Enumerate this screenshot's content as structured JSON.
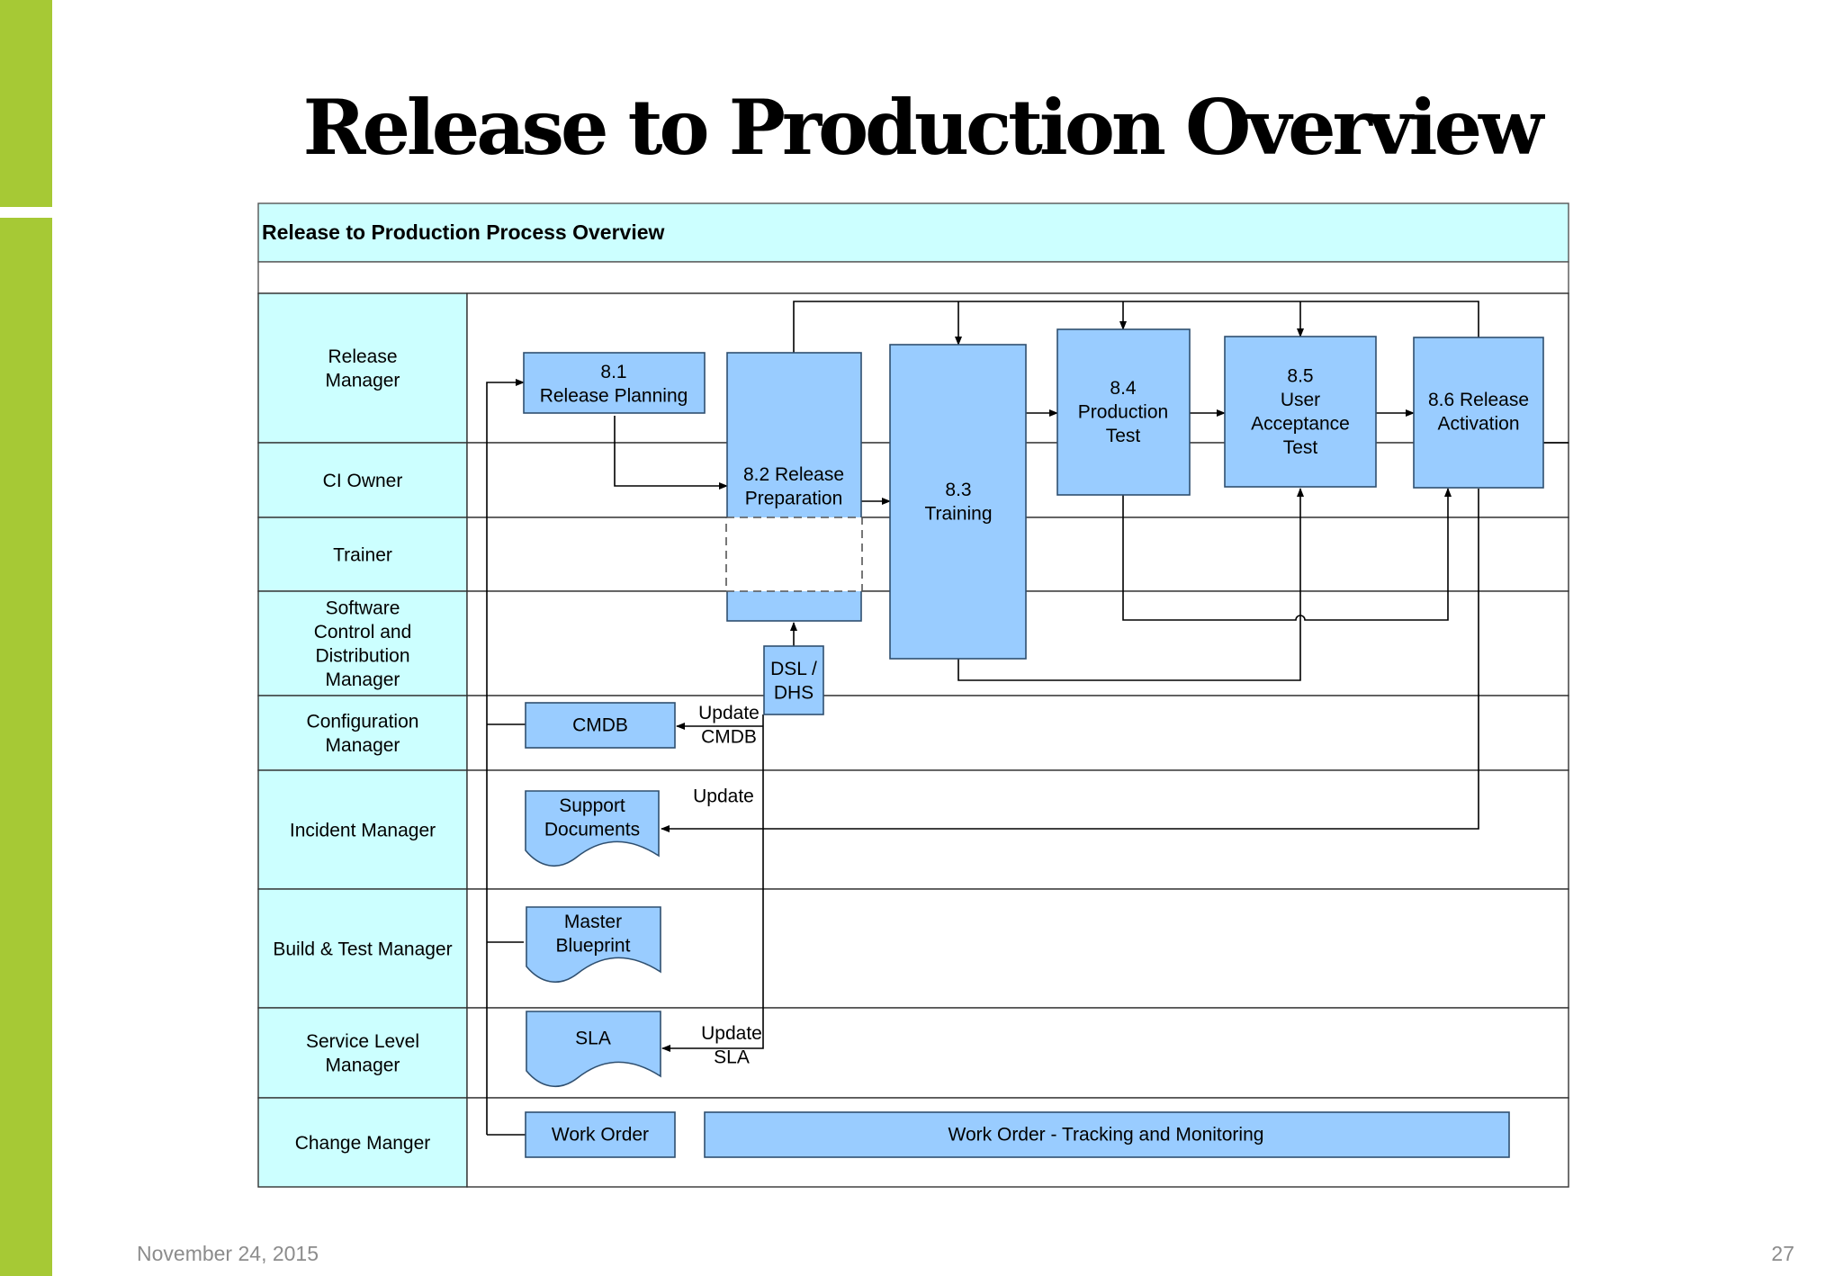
{
  "slide": {
    "title": "Release to Production Overview",
    "date": "November 24, 2015",
    "page_number": "27"
  },
  "colors": {
    "accent": "#a6c935",
    "header_fill": "#ccffff",
    "lane_label_fill": "#ccffff",
    "box_fill": "#99ccff",
    "box_stroke": "#2f4f6f",
    "line": "#000000"
  },
  "diagram": {
    "header": "Release to Production Process Overview",
    "lanes": [
      {
        "id": "release-manager",
        "label": [
          "Release",
          "Manager"
        ]
      },
      {
        "id": "ci-owner",
        "label": [
          "CI Owner"
        ]
      },
      {
        "id": "trainer",
        "label": [
          "Trainer"
        ]
      },
      {
        "id": "software-control",
        "label": [
          "Software",
          "Control and",
          "Distribution",
          "Manager"
        ]
      },
      {
        "id": "configuration-manager",
        "label": [
          "Configuration",
          "Manager"
        ]
      },
      {
        "id": "incident-manager",
        "label": [
          "Incident Manager"
        ]
      },
      {
        "id": "build-test-manager",
        "label": [
          "Build & Test Manager"
        ]
      },
      {
        "id": "service-level-manager",
        "label": [
          "Service Level",
          "Manager"
        ]
      },
      {
        "id": "change-manager",
        "label": [
          "Change Manger"
        ]
      }
    ],
    "processes": [
      {
        "id": "release-planning",
        "label": [
          "8.1",
          "Release Planning"
        ]
      },
      {
        "id": "release-preparation",
        "label": [
          "8.2 Release",
          "Preparation"
        ]
      },
      {
        "id": "training",
        "label": [
          "8.3",
          "Training"
        ]
      },
      {
        "id": "production-test",
        "label": [
          "8.4",
          "Production",
          "Test"
        ]
      },
      {
        "id": "user-acceptance-test",
        "label": [
          "8.5",
          "User",
          "Acceptance",
          "Test"
        ]
      },
      {
        "id": "release-activation",
        "label": [
          "8.6 Release",
          "Activation"
        ]
      },
      {
        "id": "dsl-dhs",
        "label": [
          "DSL /",
          "DHS"
        ]
      },
      {
        "id": "cmdb",
        "label": [
          "CMDB"
        ]
      },
      {
        "id": "work-order",
        "label": [
          "Work Order"
        ]
      },
      {
        "id": "work-order-tracking",
        "label": [
          "Work Order - Tracking and Monitoring"
        ]
      }
    ],
    "documents": [
      {
        "id": "support-documents",
        "label": [
          "Support",
          "Documents"
        ]
      },
      {
        "id": "master-blueprint",
        "label": [
          "Master",
          "Blueprint"
        ]
      },
      {
        "id": "sla",
        "label": [
          "SLA"
        ]
      }
    ],
    "annotations": [
      {
        "id": "update-cmdb",
        "label": [
          "Update",
          "CMDB"
        ]
      },
      {
        "id": "update-support",
        "label": [
          "Update"
        ]
      },
      {
        "id": "update-sla",
        "label": [
          "Update",
          "SLA"
        ]
      }
    ]
  }
}
